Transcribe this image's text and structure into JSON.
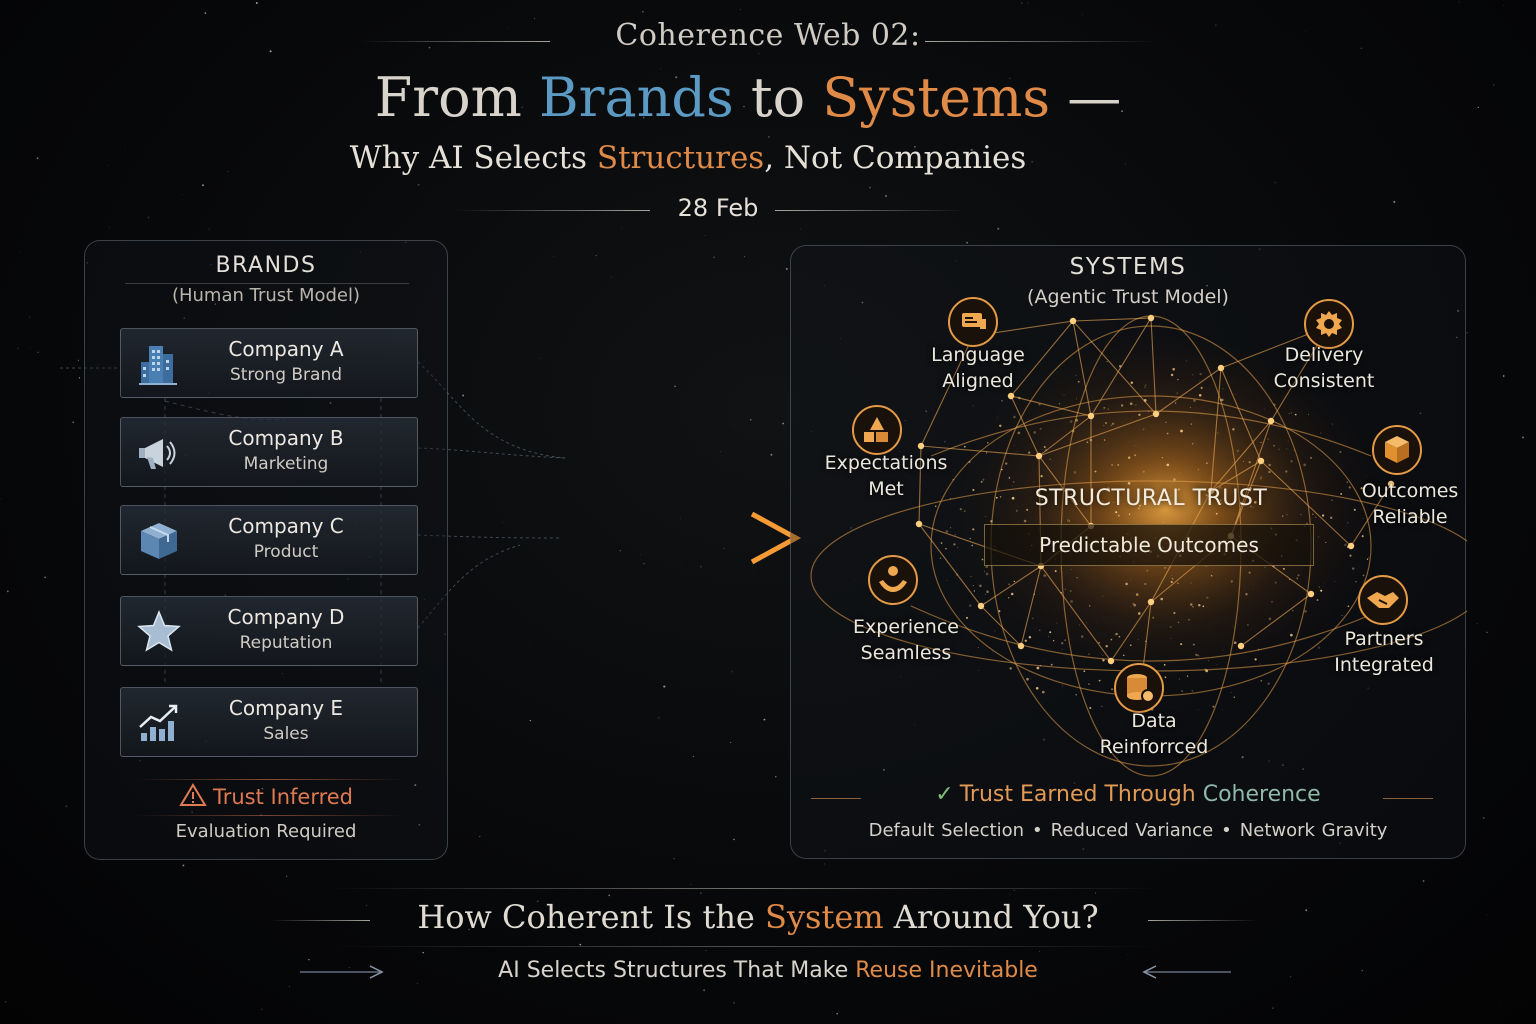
{
  "header": {
    "series": "Coherence Web 02:",
    "title_parts": [
      "From ",
      "Brands",
      " to ",
      "Systems",
      " —"
    ],
    "subtitle_parts": [
      "Why AI Selects ",
      "Structures",
      ", Not Companies"
    ],
    "date": "28 Feb"
  },
  "brands": {
    "heading": "BRANDS",
    "subheading": "(Human Trust Model)",
    "companies": [
      {
        "name": "Company A",
        "desc": "Strong Brand",
        "icon": "building-icon"
      },
      {
        "name": "Company B",
        "desc": "Marketing",
        "icon": "megaphone-icon"
      },
      {
        "name": "Company C",
        "desc": "Product",
        "icon": "box-icon"
      },
      {
        "name": "Company D",
        "desc": "Reputation",
        "icon": "star-icon"
      },
      {
        "name": "Company E",
        "desc": "Sales",
        "icon": "growth-chart-icon"
      }
    ],
    "warning": "Trust Inferred",
    "warning_note": "Evaluation Required"
  },
  "systems": {
    "heading": "SYSTEMS",
    "subheading": "(Agentic Trust Model)",
    "nodes": [
      {
        "line1": "Language",
        "line2": "Aligned",
        "icon": "document-icon"
      },
      {
        "line1": "Delivery",
        "line2": "Consistent",
        "icon": "gear-icon"
      },
      {
        "line1": "Expectations",
        "line2": "Met",
        "icon": "blocks-icon"
      },
      {
        "line1": "Outcomes",
        "line2": "Reliable",
        "icon": "package-icon"
      },
      {
        "line1": "Experience",
        "line2": "Seamless",
        "icon": "person-hands-icon"
      },
      {
        "line1": "Partners",
        "line2": "Integrated",
        "icon": "handshake-icon"
      },
      {
        "line1": "Data",
        "line2": "Reinforrced",
        "icon": "database-icon"
      }
    ],
    "core_title": "STRUCTURAL TRUST",
    "core_subtitle": "Predictable Outcomes",
    "earned_parts": [
      "Trust Earned Through ",
      "Coherence"
    ],
    "benefits": [
      "Default Selection",
      "Reduced Variance",
      "Network Gravity"
    ]
  },
  "footer": {
    "question_parts": [
      "How Coherent Is the ",
      "System",
      " Around You?"
    ],
    "tagline_parts": [
      "AI Selects Structures That Make ",
      "Reuse Inevitable"
    ]
  },
  "colors": {
    "accent_orange": "#e08a48",
    "accent_blue": "#5b9ac2",
    "accent_teal": "#8fb8a9",
    "warning": "#e07a52",
    "background": "#07080a"
  }
}
